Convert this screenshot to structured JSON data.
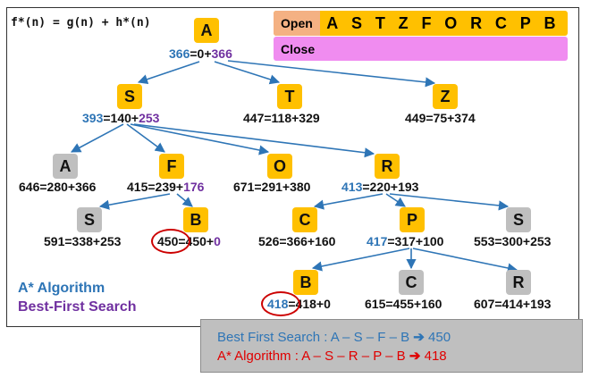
{
  "formula": "f*(n) = g(n) + h*(n)",
  "open_list": {
    "label": "Open",
    "items": [
      "A",
      "S",
      "T",
      "Z",
      "F",
      "O",
      "R",
      "C",
      "P",
      "B"
    ]
  },
  "close_list": {
    "label": "Close"
  },
  "nodes": {
    "A_root": {
      "letter": "A",
      "f": "366",
      "rest": "=0+",
      "h": "366"
    },
    "S": {
      "letter": "S",
      "f": "393",
      "rest": "=140+",
      "h": "253"
    },
    "T": {
      "letter": "T",
      "text": "447=118+329"
    },
    "Z": {
      "letter": "Z",
      "text": "449=75+374"
    },
    "A2": {
      "letter": "A",
      "text": "646=280+366"
    },
    "F": {
      "letter": "F",
      "pre": "415=239+",
      "h": "176"
    },
    "O": {
      "letter": "O",
      "text": "671=291+380"
    },
    "R": {
      "letter": "R",
      "f": "413",
      "rest": "=220+193"
    },
    "S2": {
      "letter": "S",
      "text": "591=338+253"
    },
    "B1": {
      "letter": "B",
      "f": "450",
      "rest": "=450+",
      "h": "0"
    },
    "C1": {
      "letter": "C",
      "text": "526=366+160"
    },
    "P": {
      "letter": "P",
      "f": "417",
      "rest": "=317+100"
    },
    "S3": {
      "letter": "S",
      "text": "553=300+253"
    },
    "B2": {
      "letter": "B",
      "f": "418",
      "rest": "=418+0"
    },
    "C2": {
      "letter": "C",
      "text": "615=455+160"
    },
    "R2": {
      "letter": "R",
      "text": "607=414+193"
    }
  },
  "legend": {
    "astar": "A* Algorithm",
    "bestfirst": "Best-First Search"
  },
  "results": {
    "bestfirst": "Best First Search : A – S – F – B",
    "bestfirst_arrow": "➔",
    "bestfirst_value": "450",
    "astar": "A* Algorithm : A – S – R – P – B",
    "astar_arrow": "➔",
    "astar_value": "418"
  },
  "colors": {
    "yellow_node": "#ffc000",
    "gray_node": "#bfbfbf",
    "edge": "#2e75b6",
    "open_bg": "#ffc000",
    "close_bg": "#f08cf0",
    "circle": "#cc0000"
  }
}
